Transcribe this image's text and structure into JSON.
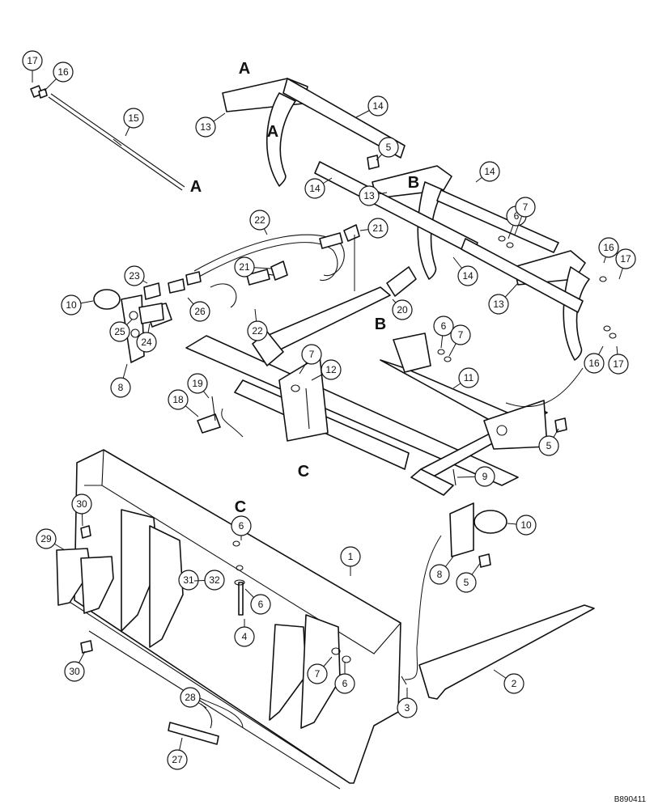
{
  "drawing_id": "B890411",
  "section_letters": [
    "A",
    "A",
    "A",
    "B",
    "B",
    "C",
    "C"
  ],
  "callouts": [
    "1",
    "2",
    "3",
    "4",
    "5",
    "5",
    "5",
    "6",
    "6",
    "6",
    "6",
    "6",
    "7",
    "7",
    "7",
    "7",
    "8",
    "8",
    "9",
    "10",
    "10",
    "11",
    "12",
    "13",
    "13",
    "13",
    "14",
    "14",
    "14",
    "14",
    "15",
    "16",
    "16",
    "16",
    "17",
    "17",
    "17",
    "18",
    "19",
    "20",
    "21",
    "21",
    "22",
    "22",
    "23",
    "24",
    "25",
    "26",
    "27",
    "28",
    "29",
    "30",
    "30",
    "31",
    "32"
  ]
}
